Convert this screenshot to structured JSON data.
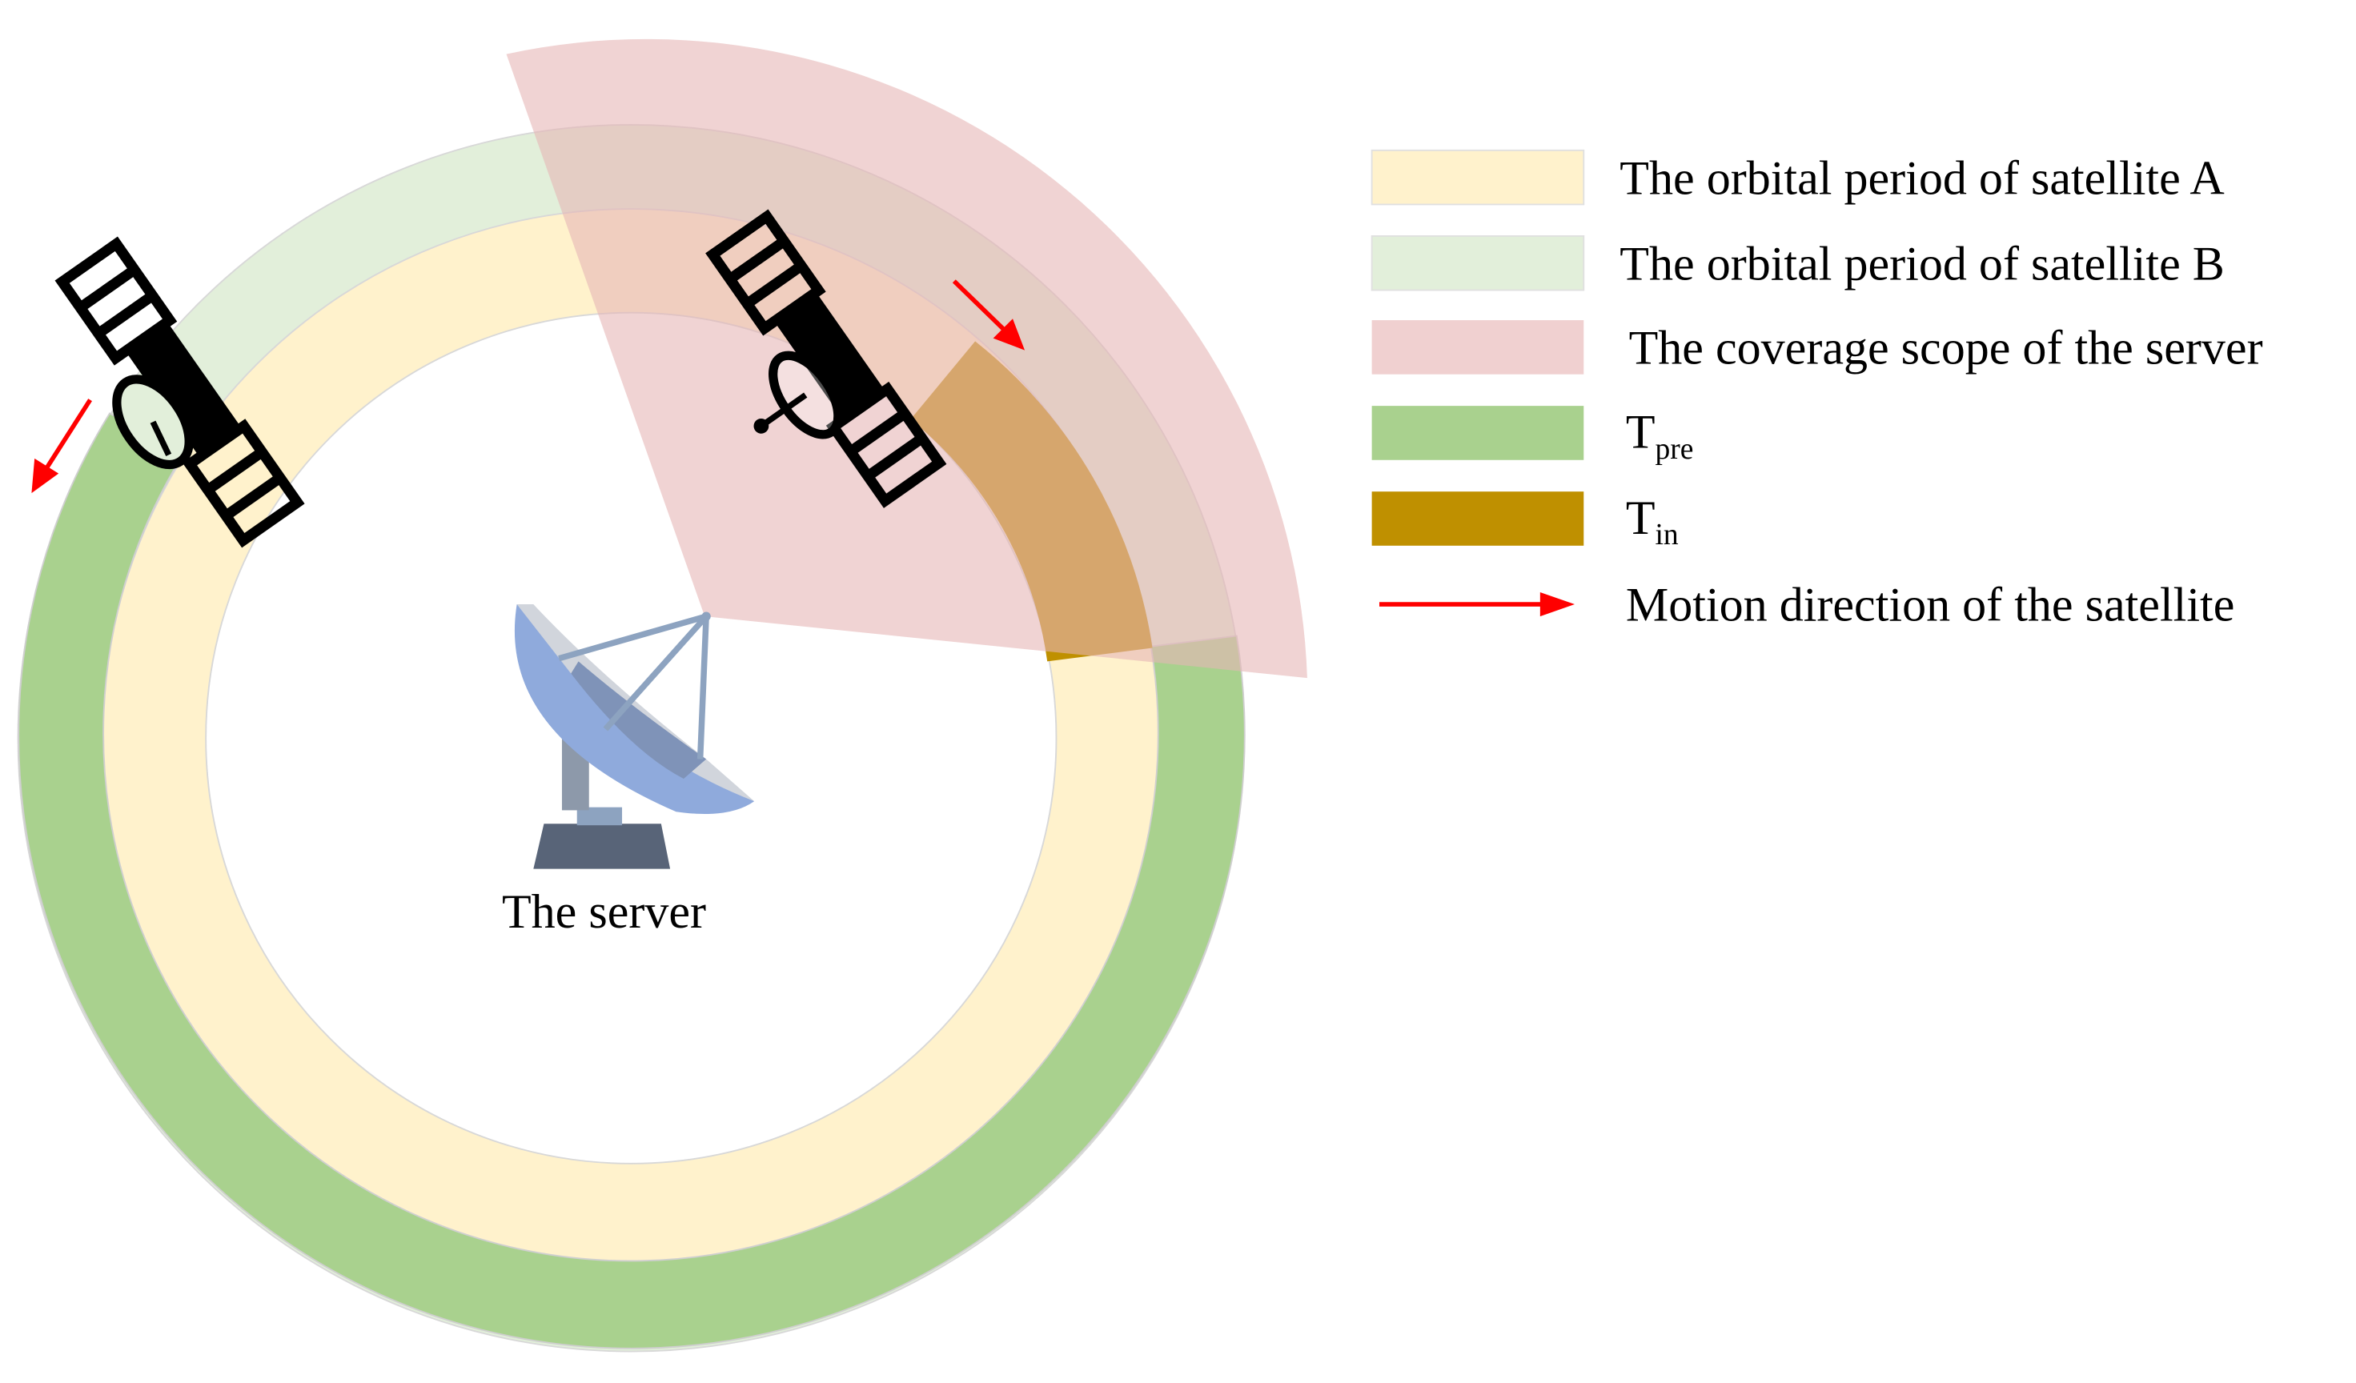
{
  "server": {
    "label": "The server"
  },
  "legend": {
    "items": [
      {
        "id": "orbit-a",
        "label": "The orbital period of satellite A",
        "sub": "",
        "color": "#fff2cc"
      },
      {
        "id": "orbit-b",
        "label": "The orbital period of satellite B",
        "sub": "",
        "color": "#e2efda"
      },
      {
        "id": "coverage",
        "label": "The coverage scope of the server",
        "sub": "",
        "color": "#f0d0d0"
      },
      {
        "id": "tpre",
        "label": "T",
        "sub": "pre",
        "color": "#a9d18e"
      },
      {
        "id": "tin",
        "label": "T",
        "sub": "in",
        "color": "#bf9000"
      },
      {
        "id": "motion",
        "label": "Motion direction of the satellite",
        "sub": "",
        "color": "#ff0000"
      }
    ]
  },
  "colors": {
    "orbit_a": "#fff2cc",
    "orbit_b": "#e2efda",
    "coverage": "#f0d0d0",
    "tpre": "#a9d18e",
    "tin": "#bf9000",
    "motion_arrow": "#ff0000",
    "satellite": "#000000",
    "antenna_dish": "#8faadc",
    "antenna_base": "#586478"
  },
  "icons": [
    "satellite-icon",
    "antenna-icon",
    "arrow-icon"
  ]
}
